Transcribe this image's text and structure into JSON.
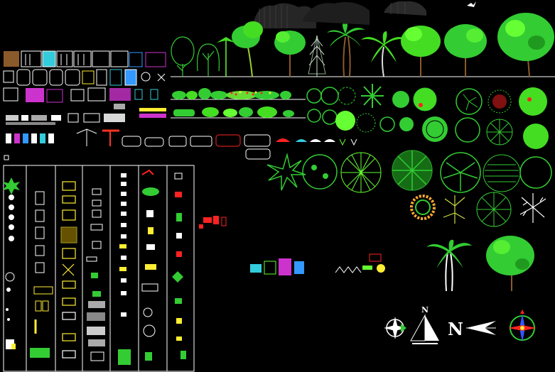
{
  "colors": {
    "background": "#000000",
    "tree_green": "#33cc33",
    "bright_green": "#66ff33",
    "dark_green": "#1f9a1f",
    "trunk_brown": "#8b5a2b",
    "line_white": "#ffffff",
    "magenta": "#cc33cc",
    "cyan": "#33ccdd",
    "red": "#ff2222",
    "yellow": "#ffee33"
  },
  "north_arrows": [
    {
      "label": "N",
      "name": "north-arrow-sail"
    },
    {
      "label": "N",
      "name": "north-arrow-large"
    }
  ]
}
